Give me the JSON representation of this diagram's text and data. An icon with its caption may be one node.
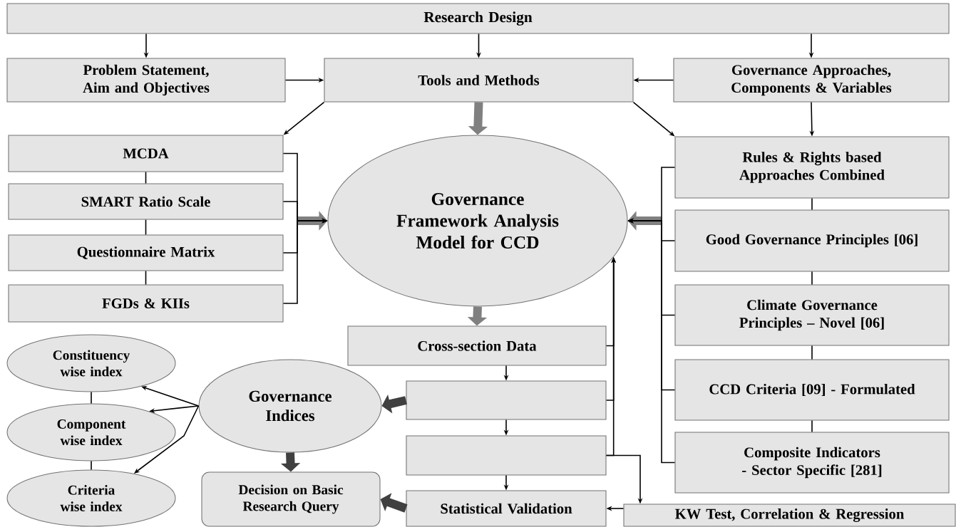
{
  "diagram": {
    "nodes": [
      {
        "text": [
          "Research Design"
        ]
      },
      {
        "text": [
          "Problem Statement, Aim and Objectives"
        ]
      },
      {
        "text": [
          "Tools and Methods"
        ]
      },
      {
        "text": [
          "Governance Approaches, Components & Variables"
        ]
      },
      {
        "text": [
          "MCDA"
        ]
      },
      {
        "text": [
          "SMART Ratio Scale"
        ]
      },
      {
        "text": [
          "Questionnaire Matrix"
        ]
      },
      {
        "text": [
          "FGDs & KIIs"
        ]
      },
      {
        "text": [
          "Governance Framework Analysis Model for CCD"
        ]
      },
      {
        "text": [
          "Rules & Rights based Approaches Combined"
        ]
      },
      {
        "text": [
          "Good Governance Principles [06]"
        ]
      },
      {
        "text": [
          "Climate Governance Principles – Novel [06]"
        ]
      },
      {
        "text": [
          "CCD Criteria [09] - Formulated"
        ]
      },
      {
        "text": [
          "Composite Indicators -  Sector Specific [281]"
        ]
      },
      {
        "text": [
          "Cross-section Data"
        ]
      },
      {
        "text": [
          "Constituency wise index"
        ]
      },
      {
        "text": [
          "Governance Indices"
        ]
      },
      {
        "text": [],
        "shape": "box"
      },
      {
        "text": [
          "Component wise index"
        ]
      },
      {
        "text": [],
        "shape": "box"
      },
      {
        "text": [
          "Criteria wise index"
        ]
      },
      {
        "text": [
          "Decision on Basic Research Query"
        ]
      },
      {
        "text": [
          "Statistical Validation"
        ]
      },
      {
        "text": [
          "KW Test, Correlation & Regression"
        ]
      }
    ],
    "edges": [
      {
        "from": 0,
        "to": 1,
        "arrow": "to"
      },
      {
        "from": 0,
        "to": 2,
        "arrow": "to"
      },
      {
        "from": 0,
        "to": 3,
        "arrow": "to"
      },
      {
        "from": 1,
        "to": 2,
        "arrow": "to"
      },
      {
        "from": 3,
        "to": 2,
        "arrow": "to"
      },
      {
        "from": 2,
        "to": 4,
        "arrow": "to"
      },
      {
        "from": 2,
        "to": 9,
        "arrow": "to"
      },
      {
        "from": 3,
        "to": 9,
        "arrow": "to"
      },
      {
        "from": 2,
        "to": 8,
        "arrow": "to",
        "style": "thick",
        "color": "#808080"
      },
      {
        "from": 4,
        "to": 5,
        "arrow": "none"
      },
      {
        "from": 5,
        "to": 6,
        "arrow": "none"
      },
      {
        "from": 6,
        "to": 7,
        "arrow": "none"
      },
      {
        "from": 4,
        "to": 8,
        "arrow": "to"
      },
      {
        "from": 5,
        "to": 8,
        "arrow": "to"
      },
      {
        "from": 6,
        "to": 8,
        "arrow": "to"
      },
      {
        "from": 7,
        "to": 8,
        "arrow": "to"
      },
      {
        "from": 9,
        "to": 10,
        "arrow": "none"
      },
      {
        "from": 10,
        "to": 11,
        "arrow": "none"
      },
      {
        "from": 11,
        "to": 12,
        "arrow": "none"
      },
      {
        "from": 12,
        "to": 13,
        "arrow": "none"
      },
      {
        "from": 9,
        "to": 8,
        "arrow": "to"
      },
      {
        "from": 10,
        "to": 8,
        "arrow": "to"
      },
      {
        "from": 11,
        "to": 8,
        "arrow": "to"
      },
      {
        "from": 12,
        "to": 8,
        "arrow": "to"
      },
      {
        "from": 13,
        "to": 8,
        "arrow": "to"
      },
      {
        "from": 8,
        "to": 14,
        "arrow": "to",
        "style": "thick",
        "color": "#808080"
      },
      {
        "from": 14,
        "to": 17,
        "arrow": "to"
      },
      {
        "from": 17,
        "to": 19,
        "arrow": "to"
      },
      {
        "from": 19,
        "to": 22,
        "arrow": "to"
      },
      {
        "from": 14,
        "to": 8,
        "arrow": "to"
      },
      {
        "from": 17,
        "to": 8,
        "arrow": "to"
      },
      {
        "from": 19,
        "to": 8,
        "arrow": "to"
      },
      {
        "from": 19,
        "to": 23,
        "arrow": "to"
      },
      {
        "from": 23,
        "to": 22,
        "arrow": "to"
      },
      {
        "from": 17,
        "to": 16,
        "arrow": "to",
        "style": "thick",
        "color": "#404040"
      },
      {
        "from": 22,
        "to": 21,
        "arrow": "to",
        "style": "thick",
        "color": "#404040"
      },
      {
        "from": 16,
        "to": 21,
        "arrow": "to",
        "style": "thick",
        "color": "#404040"
      },
      {
        "from": 16,
        "to": 15,
        "arrow": "to"
      },
      {
        "from": 16,
        "to": 18,
        "arrow": "to"
      },
      {
        "from": 16,
        "to": 20,
        "arrow": "to"
      },
      {
        "from": 15,
        "to": 18,
        "arrow": "none"
      },
      {
        "from": 18,
        "to": 20,
        "arrow": "none"
      }
    ]
  }
}
